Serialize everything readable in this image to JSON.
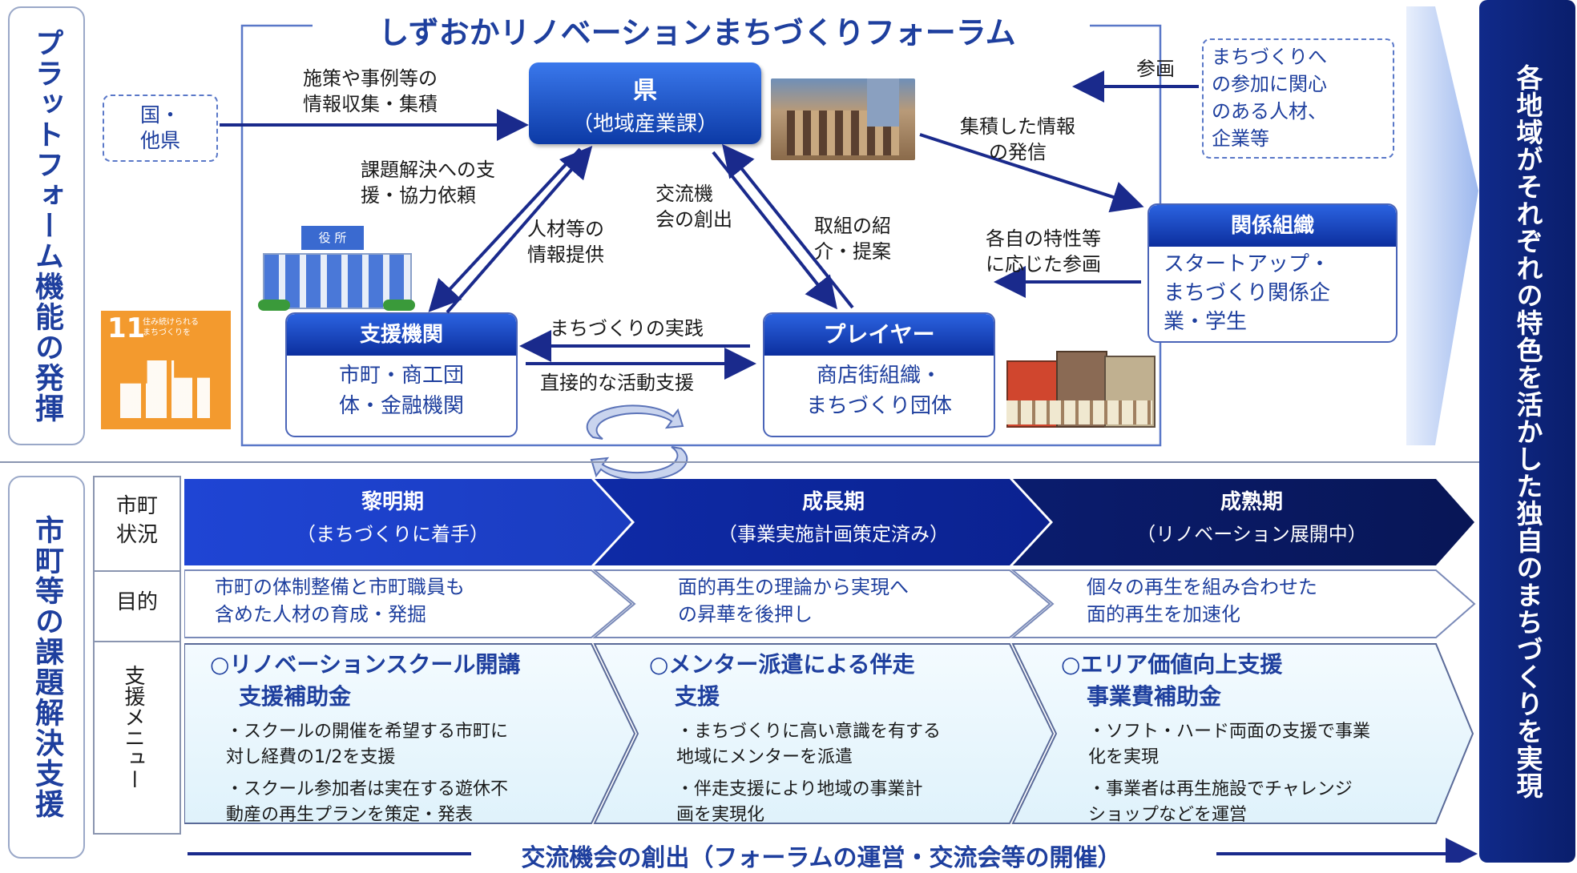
{
  "left_labels": {
    "platform": "プラットフォーム機能の発揮",
    "support": "市町等の課題解決支援"
  },
  "right_banner": "各地域がそれぞれの特色を活かした独自のまちづくりを実現",
  "forum": {
    "title": "しずおかリノベーションまちづくりフォーラム",
    "kuni": "国・\n他県",
    "ken_title": "県",
    "ken_sub": "（地域産業課）",
    "interest": "まちづくりへ\nの参加に関心\nのある人材、\n企業等",
    "kankei_title": "関係組織",
    "kankei_body": "スタートアップ・\nまちづくり関係企\n業・学生",
    "shien_title": "支援機関",
    "shien_body": "市町・商工団\n体・金融機関",
    "player_title": "プレイヤー",
    "player_body": "商店街組織・\nまちづくり団体",
    "lbl_collect": "施策や事例等の\n情報収集・集積",
    "lbl_sankaku1": "参画",
    "lbl_send": "集積した情報\nの発信",
    "lbl_support_req": "課題解決への支\n援・協力依頼",
    "lbl_jinzai": "人材等の\n情報提供",
    "lbl_koryu": "交流機\n会の創出",
    "lbl_torikumi": "取組の紹\n介・提案",
    "lbl_kakuji": "各自の特性等\nに応じた参画",
    "lbl_jissen": "まちづくりの実践",
    "lbl_chokusetsu": "直接的な活動支援",
    "yakusho": "役 所",
    "sdg_num": "11",
    "sdg_text": "住み続けられる\nまちづくりを"
  },
  "rows": {
    "status": "市町\n状況",
    "purpose": "目的",
    "menu": "支援メニュー"
  },
  "phases": [
    {
      "title": "黎明期",
      "sub": "（まちづくりに着手）",
      "purpose": "市町の体制整備と市町職員も\n含めた人材の育成・発掘",
      "menu_title": "○リノベーションスクール開講",
      "menu_sub": "支援補助金",
      "items": [
        "・スクールの開催を希望する市町に\n対し経費の1/2を支援",
        "・スクール参加者は実在する遊休不\n動産の再生プランを策定・発表"
      ]
    },
    {
      "title": "成長期",
      "sub": "（事業実施計画策定済み）",
      "purpose": "面的再生の理論から実現へ\nの昇華を後押し",
      "menu_title": "○メンター派遣による伴走",
      "menu_sub": "支援",
      "items": [
        "・まちづくりに高い意識を有する\n地域にメンターを派遣",
        "・伴走支援により地域の事業計\n画を実現化"
      ]
    },
    {
      "title": "成熟期",
      "sub": "（リノベーション展開中）",
      "purpose": "個々の再生を組み合わせた\n面的再生を加速化",
      "menu_title": "○エリア価値向上支援",
      "menu_sub": "事業費補助金",
      "items": [
        "・ソフト・ハード両面の支援で事業\n化を実現",
        "・事業者は再生施設でチャレンジ\nショップなどを運営"
      ]
    }
  ],
  "bottom_line": "交流機会の創出（フォーラムの運営・交流会等の開催）",
  "colors": {
    "dark_blue": "#0c2a8c",
    "mid_blue": "#1f45c4",
    "navy": "#0a1a5c",
    "accent": "#1e3f9e",
    "sdg_orange": "#f39a2e"
  }
}
